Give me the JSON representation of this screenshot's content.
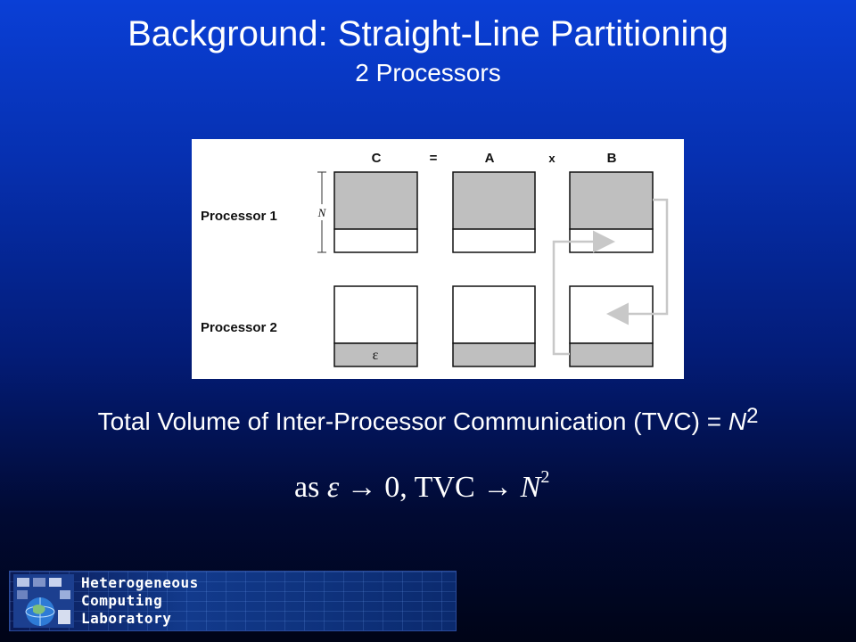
{
  "slide": {
    "title": "Background: Straight-Line Partitioning",
    "subtitle": "2 Processors"
  },
  "diagram": {
    "header_c": "C",
    "header_eq": "=",
    "header_a": "A",
    "header_x": "x",
    "header_b": "B",
    "row1_label": "Processor 1",
    "row2_label": "Processor 2",
    "dim_label": "N",
    "epsilon_label": "ε",
    "colors": {
      "shade": "#bfbfbf",
      "arrow": "#c8c8c8",
      "border": "#111111"
    }
  },
  "tvc": {
    "text": "Total Volume of Inter-Processor Communication (TVC) = ",
    "var": "N",
    "exp": "2"
  },
  "formula": {
    "as": "as",
    "eps": "ε",
    "arrow1": "→",
    "zero": "0, TVC",
    "arrow2": "→",
    "n": "N",
    "exp": "2"
  },
  "logo": {
    "line1": "Heterogeneous",
    "line2": "Computing",
    "line3": "Laboratory"
  }
}
